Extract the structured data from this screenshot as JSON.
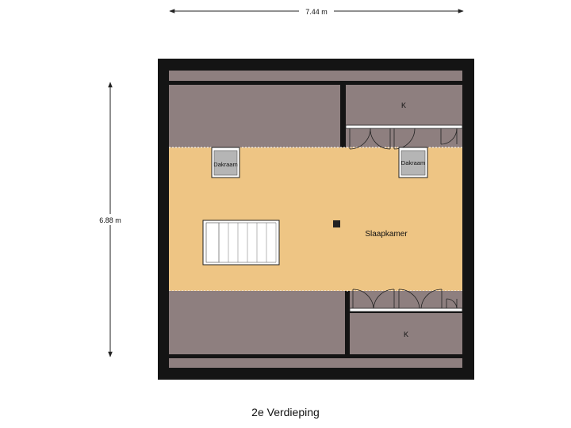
{
  "dimensions": {
    "width_label": "7.44 m",
    "height_label": "6.88 m"
  },
  "rooms": {
    "main": "Slaapkamer",
    "closet_top": "K",
    "closet_bottom": "K",
    "skylight_left": "Dakraam",
    "skylight_right": "Dakraam"
  },
  "floor_title": "2e Verdieping",
  "colors": {
    "wall": "#141414",
    "attic": "#8e7f7f",
    "floor": "#eec584",
    "stair": "#ffffff",
    "skylight": "#b5b5b5"
  }
}
